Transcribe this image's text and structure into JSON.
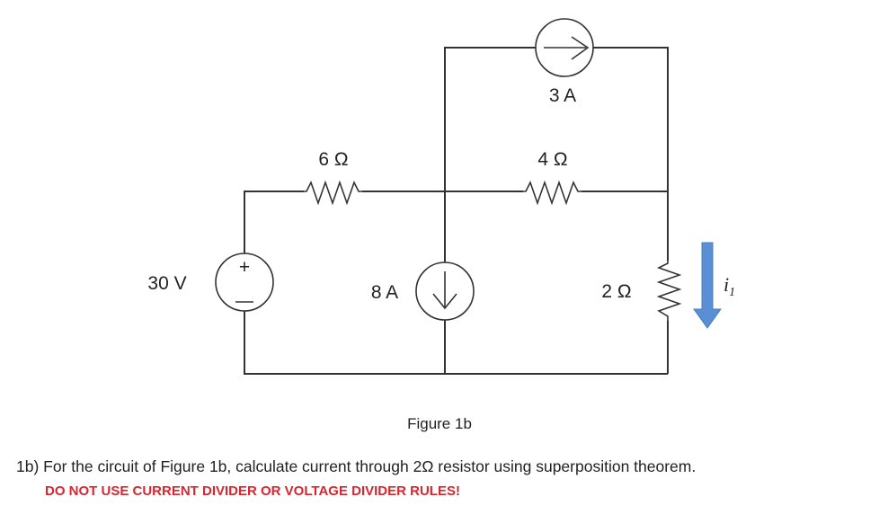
{
  "figure": {
    "caption": "Figure 1b",
    "components": {
      "voltage_source": {
        "label": "30 V",
        "plus": "+",
        "minus": "−"
      },
      "resistor_6": {
        "label": "6 Ω"
      },
      "current_source_8": {
        "label": "8 A",
        "direction": "down"
      },
      "current_source_3": {
        "label": "3 A",
        "direction": "right"
      },
      "resistor_4": {
        "label": "4 Ω"
      },
      "resistor_2": {
        "label": "2 Ω"
      },
      "current_arrow": {
        "symbol": "i",
        "subscript": "1",
        "direction": "down",
        "color": "#5b8fd4"
      }
    }
  },
  "question": {
    "text": "1b) For the circuit of Figure 1b, calculate current through 2Ω resistor using superposition theorem.",
    "warning": "DO NOT USE CURRENT DIVIDER OR VOLTAGE DIVIDER RULES!",
    "warning_color": "#d9262f"
  }
}
